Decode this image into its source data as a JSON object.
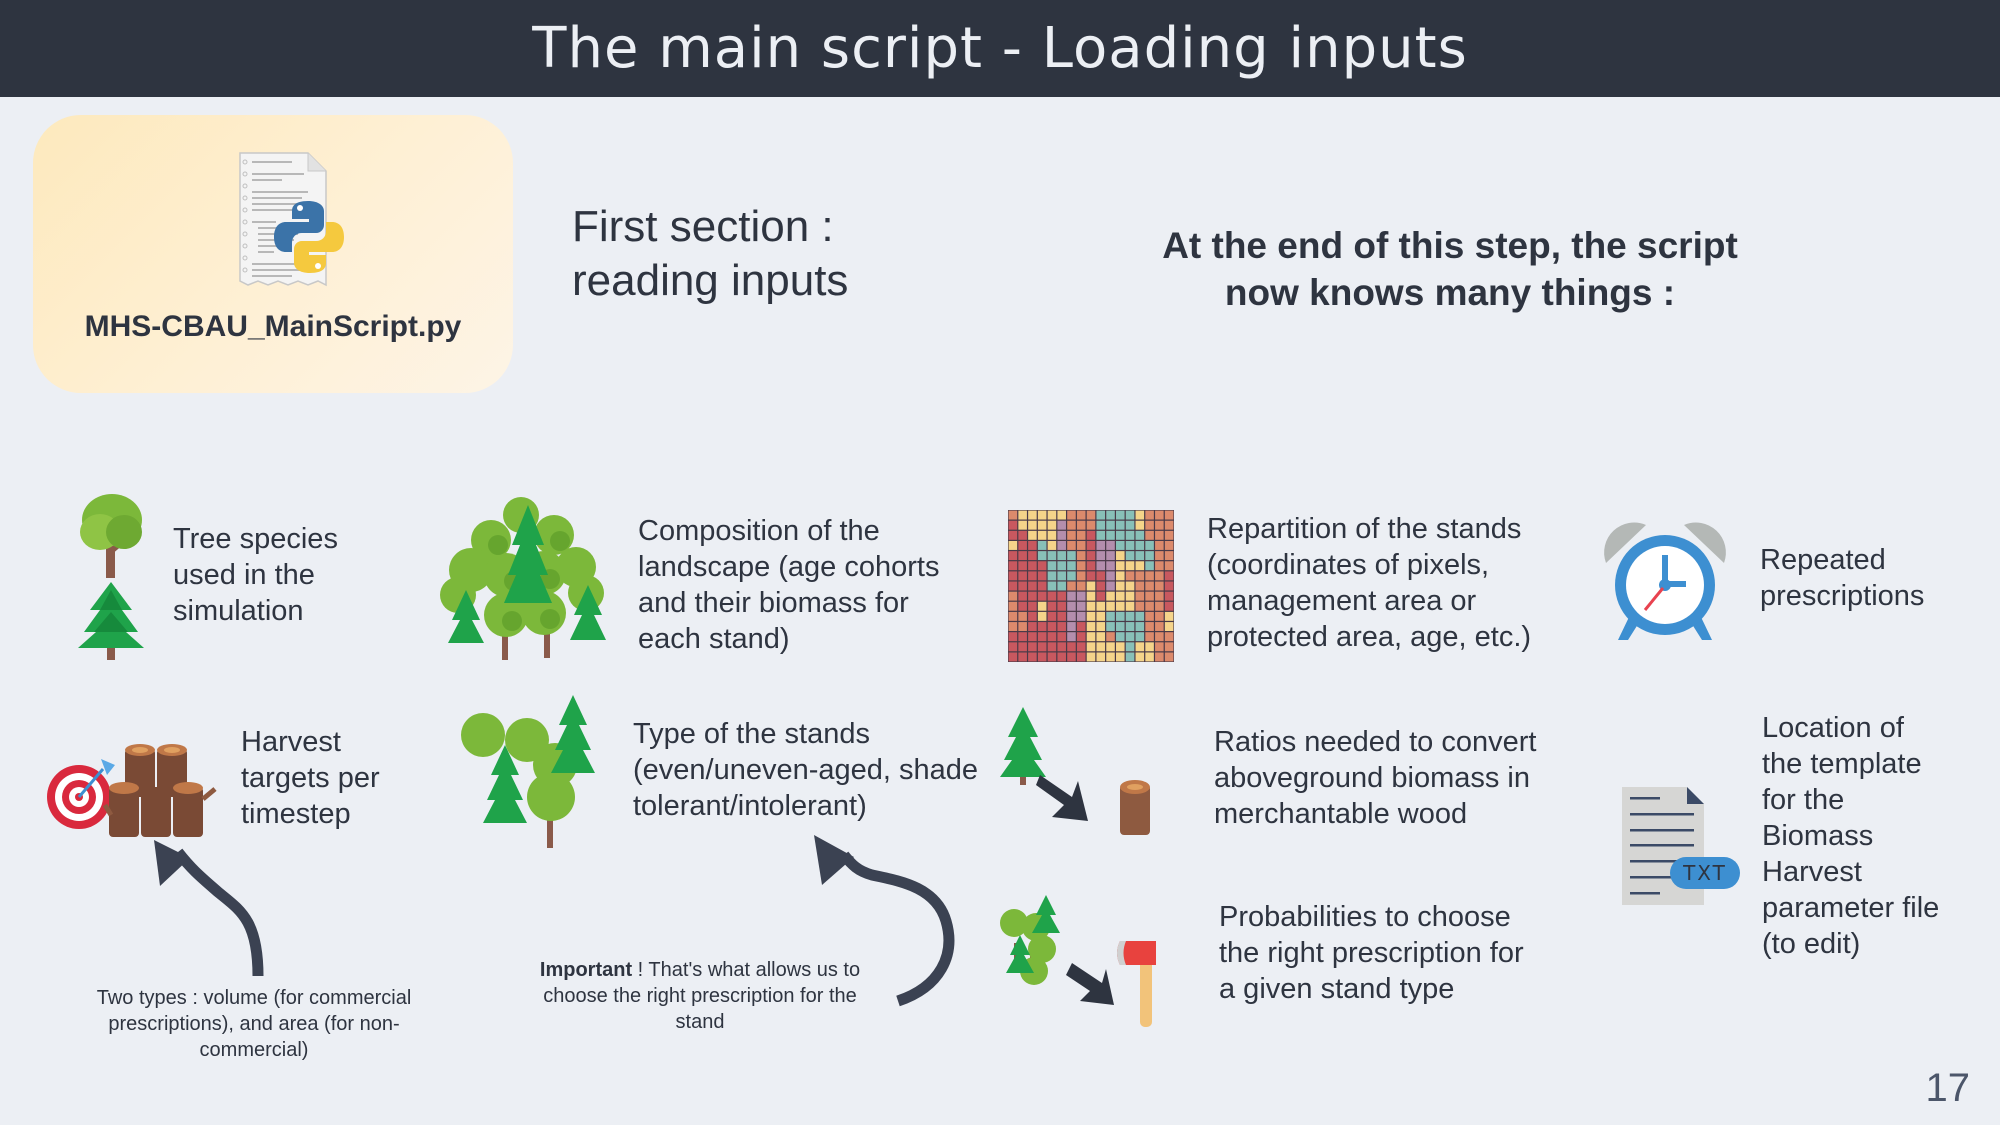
{
  "slide": {
    "title": "The main script - Loading inputs",
    "page_number": "17"
  },
  "script_card": {
    "icon": "python-script-file-icon",
    "file_name": "MHS-CBAU_MainScript.py"
  },
  "section": {
    "title_line1": "First section :",
    "title_line2": "reading inputs"
  },
  "summary": {
    "line1": "At the end of this step, the script",
    "line2": "now knows many things :"
  },
  "items": [
    {
      "icon": "tree-species-icon",
      "lines": [
        "Tree species",
        "used in the",
        "simulation"
      ]
    },
    {
      "icon": "forest-icon",
      "lines": [
        "Composition of the",
        "landscape (age cohorts",
        "and their biomass for",
        "each stand)"
      ]
    },
    {
      "icon": "pixel-grid-map-icon",
      "lines": [
        "Repartition of the stands",
        "(coordinates of pixels,",
        "management area or",
        "protected area, age, etc.)"
      ]
    },
    {
      "icon": "alarm-clock-icon",
      "lines": [
        "Repeated",
        "prescriptions"
      ]
    },
    {
      "icon": "target-logs-icon",
      "lines": [
        "Harvest",
        "targets per",
        "timestep"
      ]
    },
    {
      "icon": "stand-type-trees-icon",
      "lines": [
        "Type of the stands",
        "(even/uneven-aged, shade",
        "tolerant/intolerant)"
      ]
    },
    {
      "icon": "tree-to-log-icon",
      "lines": [
        "Ratios needed to convert",
        "aboveground biomass in",
        "merchantable wood"
      ]
    },
    {
      "icon": "txt-file-icon",
      "badge": "TXT",
      "lines": [
        "Location of",
        "the template",
        "for the",
        "Biomass",
        "Harvest",
        "parameter file",
        "(to edit)"
      ]
    },
    {
      "icon": "trees-to-axe-icon",
      "lines": [
        "Probabilities to choose",
        "the right prescription for",
        "a given stand type"
      ]
    }
  ],
  "notes": {
    "harvest_note": [
      "Two types : volume (for commercial",
      "prescriptions), and area (for non-",
      "commercial)"
    ],
    "important_bold": "Important",
    "important_rest": " ! That's what allows us to",
    "important_lines": [
      "choose the right prescription for the",
      "stand"
    ]
  },
  "colors": {
    "header_bg": "#2e3440",
    "page_bg": "#eceff4",
    "text": "#2e3440",
    "card_gradient_start": "#fde9bd",
    "card_gradient_end": "#fdf4e6",
    "accent_blue": "#3d8fd1"
  },
  "grid_palette": [
    "#f5d48a",
    "#b48ead",
    "#dc8a6c",
    "#88c0b8",
    "#c8585f"
  ]
}
